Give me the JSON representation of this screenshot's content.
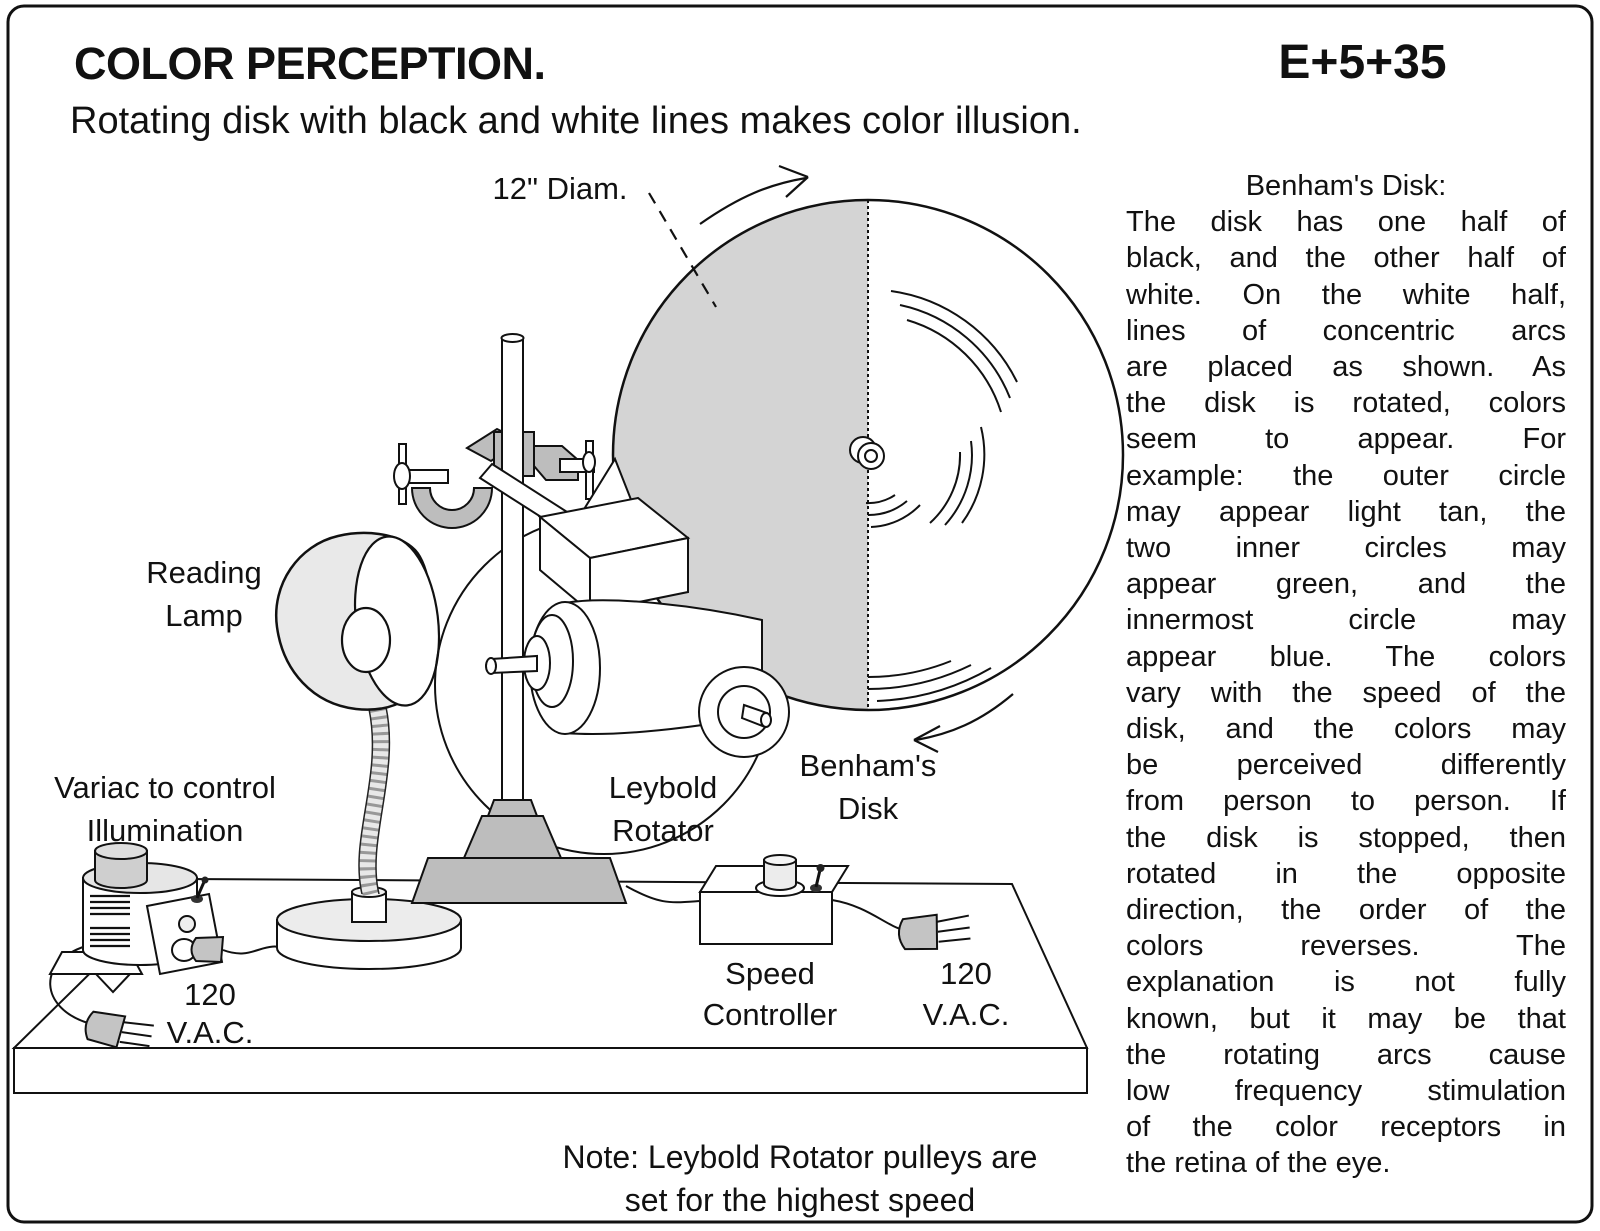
{
  "header": {
    "title": "COLOR PERCEPTION.",
    "code": "E+5+35",
    "subtitle": "Rotating disk with black and white lines makes color illusion."
  },
  "diagram": {
    "labels": {
      "diam": "12\" Diam.",
      "reading_lamp": "Reading\nLamp",
      "variac": "Variac to control\nIllumination",
      "leybold": "Leybold\nRotator",
      "benhams": "Benham's\nDisk",
      "speed": "Speed\nController",
      "vac_left": "120\nV.A.C.",
      "vac_right": "120\nV.A.C."
    },
    "note": "Note: Leybold Rotator pulleys are\nset for the highest speed",
    "icons": [
      "rotation-arrow-top",
      "rotation-arrow-bottom",
      "dashed-leader-line"
    ]
  },
  "right_column": {
    "title": "Benham's Disk:",
    "lines": [
      "The disk has one half of",
      "black, and the other half of",
      "white.  On the white half,",
      "lines of concentric arcs",
      "are placed as shown.  As",
      "the disk is rotated, colors",
      "seem to appear.  For",
      "example: the outer circle",
      "may appear light tan, the",
      "two inner circles may",
      "appear green, and the",
      "innermost circle may",
      "appear blue.  The colors",
      "vary with the speed of the",
      "disk, and the colors may",
      "be perceived differently",
      "from person to person.  If",
      "the disk is stopped, then",
      "rotated in the opposite",
      "direction, the order of the",
      "colors reverses.  The",
      "explanation is not fully",
      "known, but it may be that",
      "the rotating arcs cause",
      "low frequency stimulation",
      "of the color receptors in",
      "the retina of the eye."
    ]
  },
  "colors": {
    "line": "#111111",
    "disk_gray": "#d4d4d4",
    "clamp_gray": "#bdbdbd",
    "light_gray": "#e9e9e9"
  }
}
